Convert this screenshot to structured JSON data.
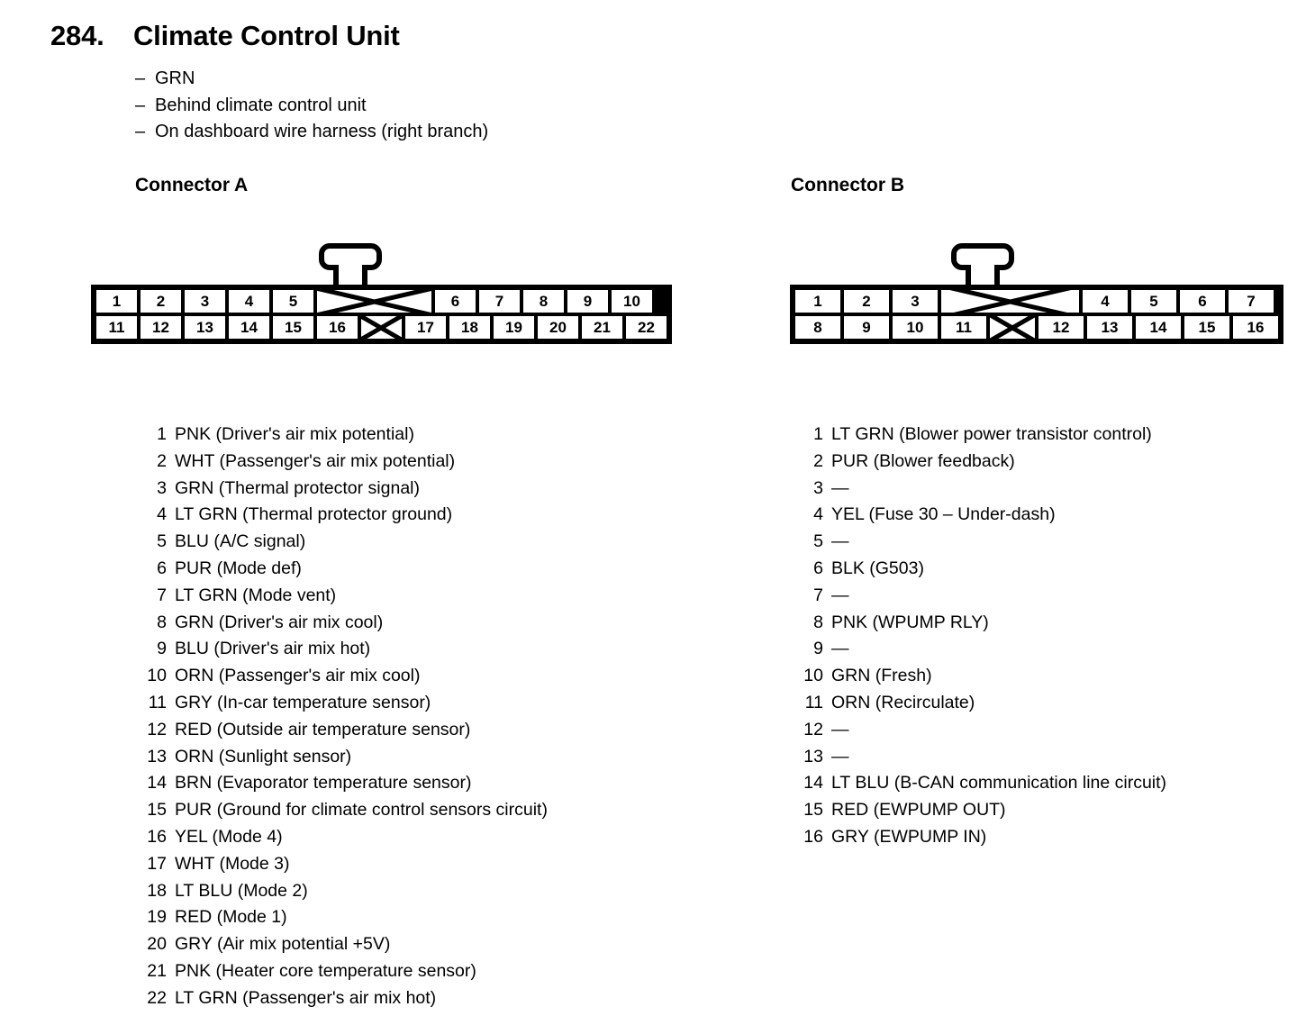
{
  "header": {
    "number": "284.",
    "title": "Climate Control Unit",
    "bullet_dash": "–",
    "notes": [
      "GRN",
      "Behind climate control unit",
      "On dashboard wire harness (right branch)"
    ]
  },
  "connector_a": {
    "heading": "Connector A",
    "diagram": {
      "top_row": [
        "1",
        "2",
        "3",
        "4",
        "5",
        "X",
        "6",
        "7",
        "8",
        "9",
        "10"
      ],
      "bottom_row": [
        "11",
        "12",
        "13",
        "14",
        "15",
        "16",
        "X",
        "17",
        "18",
        "19",
        "20",
        "21",
        "22"
      ]
    },
    "pins": [
      {
        "num": "1",
        "desc": "PNK (Driver's air mix potential)"
      },
      {
        "num": "2",
        "desc": "WHT (Passenger's air mix potential)"
      },
      {
        "num": "3",
        "desc": "GRN (Thermal protector signal)"
      },
      {
        "num": "4",
        "desc": "LT GRN (Thermal protector ground)"
      },
      {
        "num": "5",
        "desc": "BLU (A/C signal)"
      },
      {
        "num": "6",
        "desc": "PUR (Mode def)"
      },
      {
        "num": "7",
        "desc": "LT GRN (Mode vent)"
      },
      {
        "num": "8",
        "desc": "GRN (Driver's air mix cool)"
      },
      {
        "num": "9",
        "desc": "BLU (Driver's air mix hot)"
      },
      {
        "num": "10",
        "desc": "ORN (Passenger's air mix cool)"
      },
      {
        "num": "11",
        "desc": "GRY (In-car temperature sensor)"
      },
      {
        "num": "12",
        "desc": "RED (Outside air temperature sensor)"
      },
      {
        "num": "13",
        "desc": "ORN (Sunlight sensor)"
      },
      {
        "num": "14",
        "desc": "BRN (Evaporator temperature sensor)"
      },
      {
        "num": "15",
        "desc": "PUR (Ground for climate control sensors circuit)"
      },
      {
        "num": "16",
        "desc": "YEL (Mode 4)"
      },
      {
        "num": "17",
        "desc": "WHT (Mode 3)"
      },
      {
        "num": "18",
        "desc": "LT BLU (Mode 2)"
      },
      {
        "num": "19",
        "desc": "RED (Mode 1)"
      },
      {
        "num": "20",
        "desc": "GRY (Air mix potential +5V)"
      },
      {
        "num": "21",
        "desc": "PNK (Heater core temperature sensor)"
      },
      {
        "num": "22",
        "desc": "LT GRN (Passenger's air mix hot)"
      }
    ]
  },
  "connector_b": {
    "heading": "Connector B",
    "diagram": {
      "top_row": [
        "1",
        "2",
        "3",
        "X",
        "4",
        "5",
        "6",
        "7"
      ],
      "bottom_row": [
        "8",
        "9",
        "10",
        "11",
        "X",
        "12",
        "13",
        "14",
        "15",
        "16"
      ]
    },
    "pins": [
      {
        "num": "1",
        "desc": "LT GRN (Blower power transistor control)"
      },
      {
        "num": "2",
        "desc": "PUR (Blower feedback)"
      },
      {
        "num": "3",
        "desc": "—"
      },
      {
        "num": "4",
        "desc": "YEL (Fuse 30 – Under-dash)"
      },
      {
        "num": "5",
        "desc": "—"
      },
      {
        "num": "6",
        "desc": "BLK (G503)"
      },
      {
        "num": "7",
        "desc": "—"
      },
      {
        "num": "8",
        "desc": "PNK (WPUMP RLY)"
      },
      {
        "num": "9",
        "desc": "—"
      },
      {
        "num": "10",
        "desc": "GRN (Fresh)"
      },
      {
        "num": "11",
        "desc": "ORN (Recirculate)"
      },
      {
        "num": "12",
        "desc": "—"
      },
      {
        "num": "13",
        "desc": "—"
      },
      {
        "num": "14",
        "desc": "LT BLU (B-CAN communication line circuit)"
      },
      {
        "num": "15",
        "desc": "RED (EWPUMP OUT)"
      },
      {
        "num": "16",
        "desc": "GRY (EWPUMP IN)"
      }
    ]
  },
  "colors": {
    "ink": "#000000",
    "paper": "#ffffff"
  }
}
